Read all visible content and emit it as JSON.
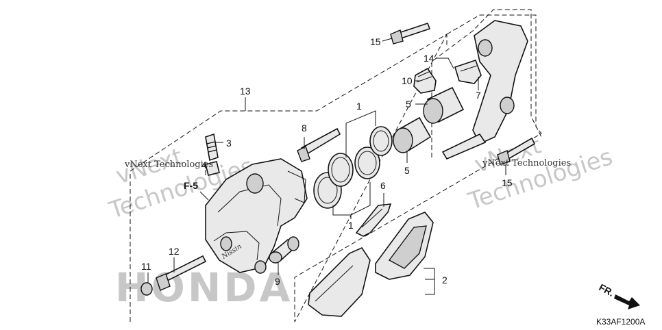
{
  "callouts": {
    "c1a": "1",
    "c1b": "1",
    "c2": "2",
    "c3": "3",
    "c4": "4",
    "c5a": "5",
    "c5b": "5",
    "c6": "6",
    "c7": "7",
    "c8": "8",
    "c9": "9",
    "c10": "10",
    "c11": "11",
    "c12": "12",
    "c13": "13",
    "c14": "14",
    "c15a": "15",
    "c15b": "15",
    "ref": "F-5"
  },
  "watermarks": {
    "vnext_small": "vNext Technologies",
    "vnext_large_a": "vNext",
    "vnext_large_b": "Technologies",
    "honda_ghost": "HONDA"
  },
  "caliper_mark": "Nissin",
  "direction_label": "FR.",
  "diagram_code": "K33AF1200A",
  "colors": {
    "ink": "#111111",
    "part_fill": "#e9e9e9",
    "watermark": "#9a9a9a"
  }
}
